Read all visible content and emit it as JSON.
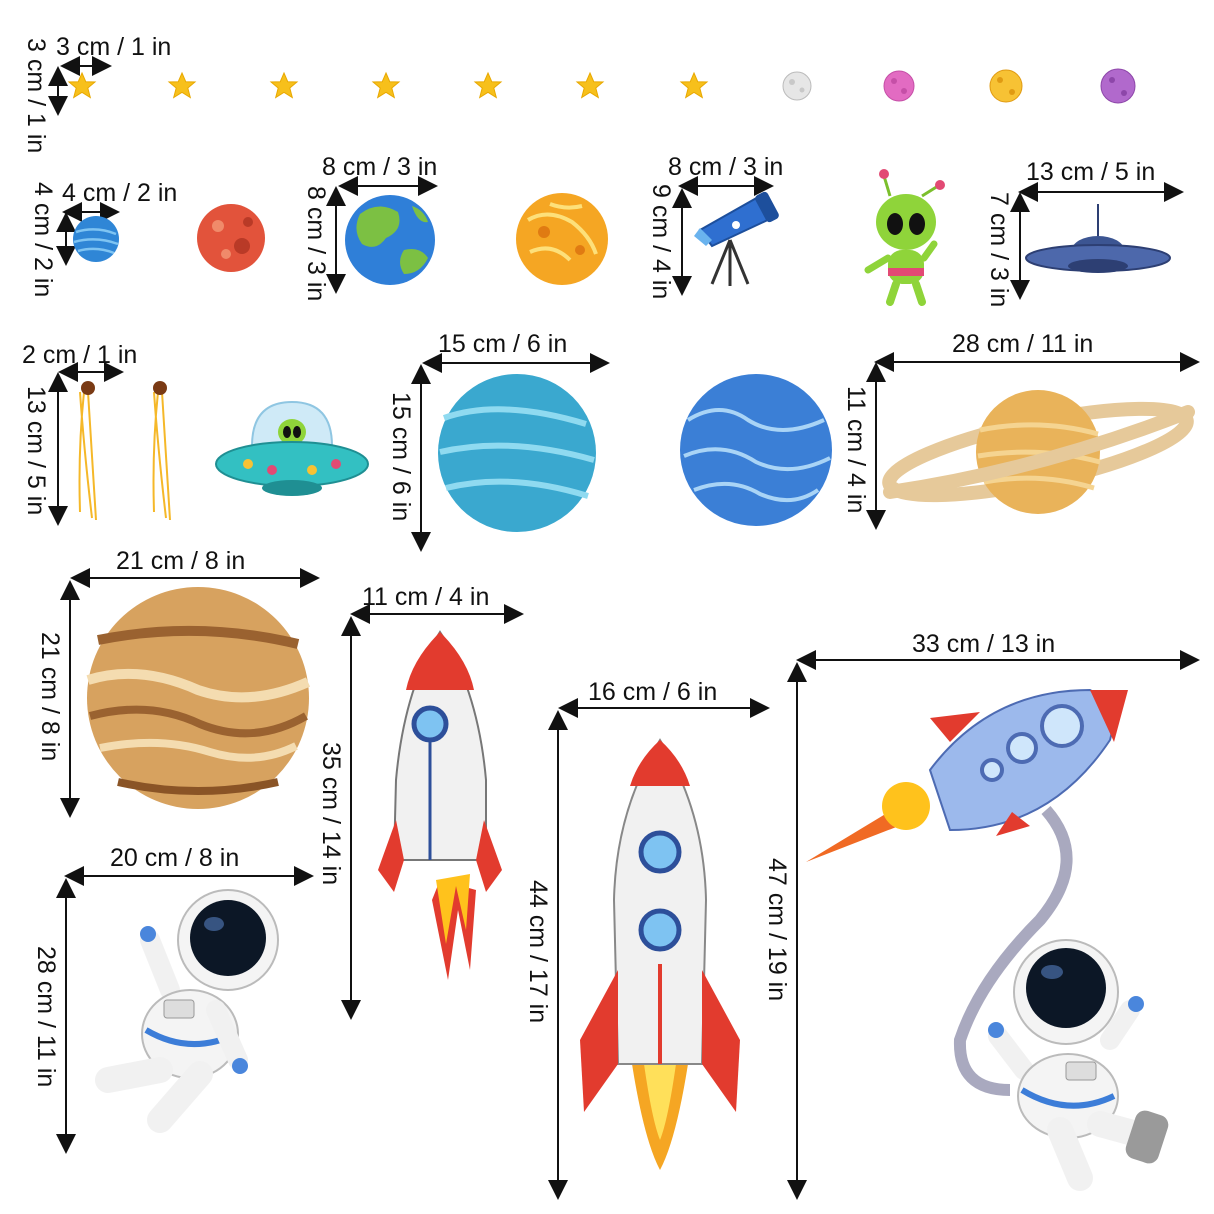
{
  "labels": {
    "star_w": "3 cm / 1 in",
    "star_h": "3 cm / 1 in",
    "small_planet_w": "4 cm / 2 in",
    "small_planet_h": "4 cm / 2 in",
    "earth_w": "8 cm / 3 in",
    "earth_h": "8 cm / 3 in",
    "telescope_w": "8 cm / 3 in",
    "telescope_h": "9 cm / 4 in",
    "ufo_w": "13 cm / 5 in",
    "ufo_h": "7 cm / 3 in",
    "comet_w": "2 cm / 1 in",
    "comet_h": "13 cm / 5 in",
    "uranus_w": "15 cm / 6 in",
    "uranus_h": "15 cm / 6 in",
    "saturn_w": "28 cm / 11 in",
    "saturn_h": "11 cm / 4 in",
    "jupiter_w": "21 cm / 8 in",
    "jupiter_h": "21 cm / 8 in",
    "rocket_small_w": "11 cm / 4 in",
    "rocket_small_h": "35 cm / 14 in",
    "rocket_big_w": "16 cm / 6 in",
    "rocket_big_h": "44 cm / 17 in",
    "combo_w": "33 cm / 13 in",
    "combo_h": "47 cm / 19 in",
    "astronaut_w": "20 cm / 8 in",
    "astronaut_h": "28 cm / 11 in"
  },
  "colors": {
    "star": "#f7c01b",
    "earth_ocean": "#2f7fd8",
    "earth_land": "#7cc043",
    "mars": "#e2533b",
    "venus": "#f5a623",
    "uranus": "#3aa8cf",
    "neptune": "#3b7fd6",
    "saturn": "#e9b35a",
    "jupiter": "#d7a25f",
    "rocket_red": "#e23b2e",
    "rocket_body": "#f1f1f1",
    "ufo_teal": "#33c0c2",
    "alien_green": "#8fd43a",
    "flame": "#ffc21c"
  },
  "icons": [
    "star-icon",
    "asteroid-icon",
    "planet-icon",
    "earth-icon",
    "telescope-icon",
    "alien-icon",
    "ufo-icon",
    "comet-icon",
    "rocket-icon",
    "astronaut-icon"
  ]
}
